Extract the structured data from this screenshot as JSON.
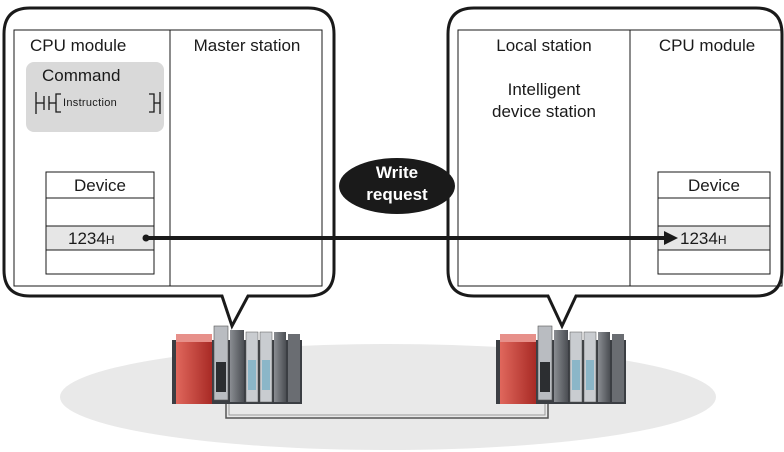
{
  "left_panel": {
    "cpu_title": "CPU module",
    "station_title": "Master station",
    "command_label": "Command",
    "instruction_label": "Instruction",
    "device_header": "Device",
    "device_value": "1234",
    "device_value_suffix": "H"
  },
  "right_panel": {
    "station_title": "Local station",
    "station_subtitle_line1": "Intelligent",
    "station_subtitle_line2": "device station",
    "cpu_title": "CPU module",
    "device_header": "Device",
    "device_value": "1234",
    "device_value_suffix": "H"
  },
  "write_request": {
    "line1": "Write",
    "line2": "request"
  },
  "colors": {
    "panel_border": "#1a1a1a",
    "command_bg": "#d9d9d9",
    "device_highlight": "#e6e6e6",
    "ellipse_bg": "#e9e9e9",
    "arrow": "#1a1a1a",
    "plc_red": "#c8403a"
  }
}
